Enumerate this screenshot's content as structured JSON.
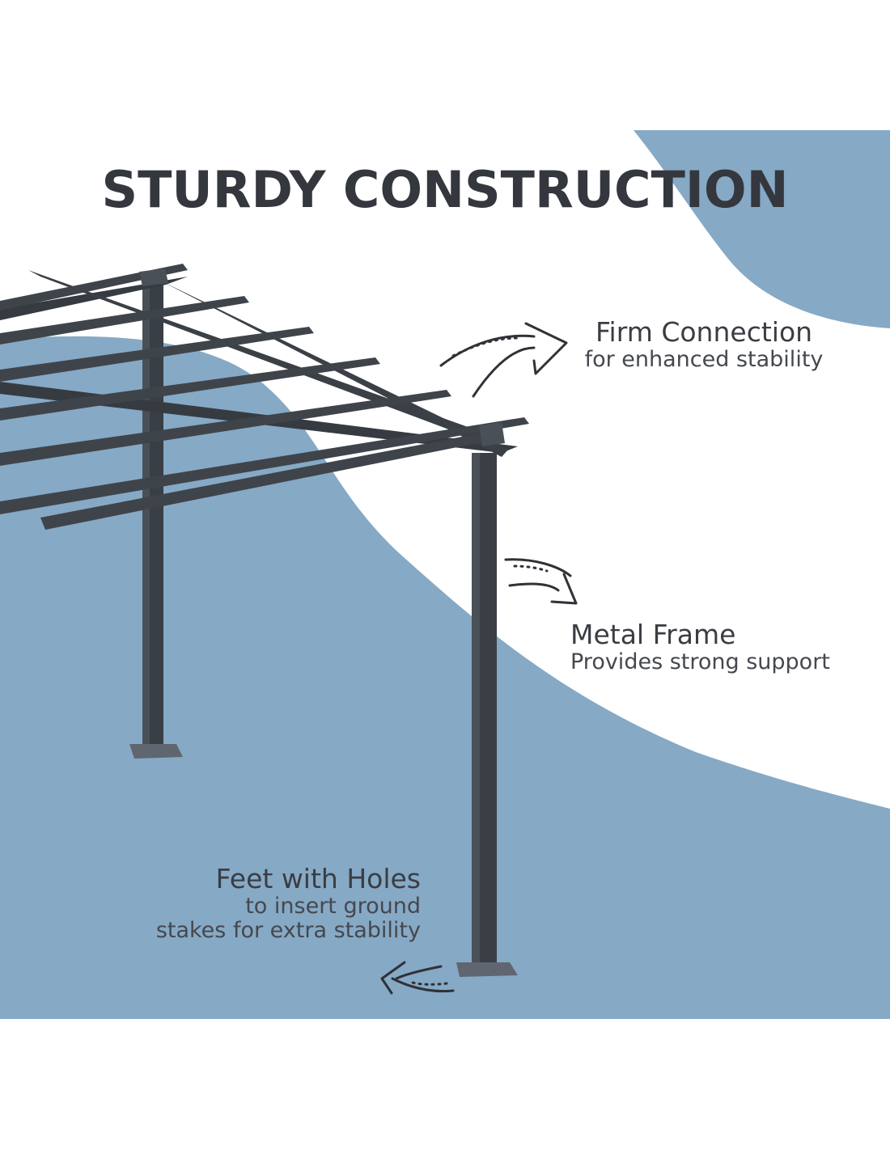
{
  "title": "STURDY CONSTRUCTION",
  "colors": {
    "background": "#ffffff",
    "accent_blue": "#86a9c5",
    "frame_dark": "#3b4047",
    "text": "#3a3d43"
  },
  "callouts": {
    "firm_connection": {
      "heading": "Firm Connection",
      "subtext": "for enhanced stability",
      "icon": "curved-arrow-icon"
    },
    "metal_frame": {
      "heading": "Metal Frame",
      "subtext": "Provides strong support",
      "icon": "curved-arrow-icon"
    },
    "feet_with_holes": {
      "heading": "Feet with Holes",
      "subtext_line1": "to insert ground",
      "subtext_line2": "stakes for extra stability",
      "icon": "curved-arrow-icon"
    }
  }
}
